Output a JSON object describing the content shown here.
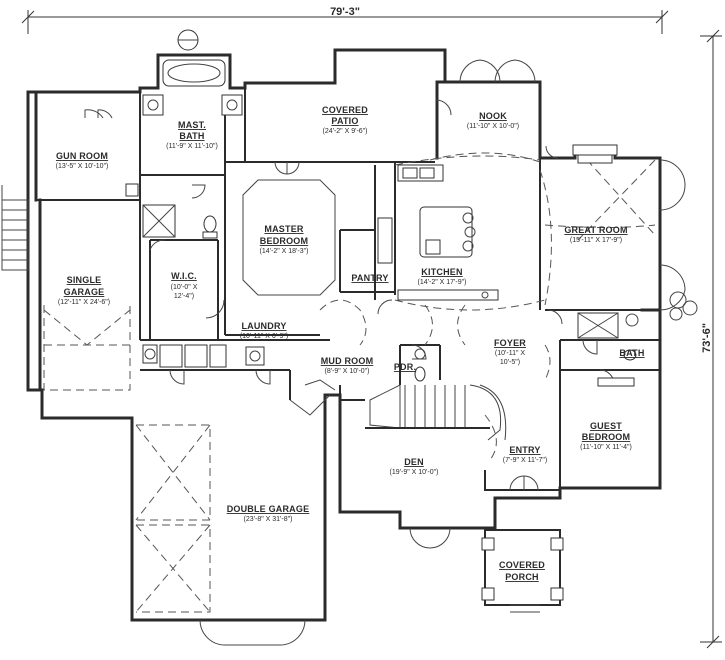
{
  "overall": {
    "width": "79'-3\"",
    "depth": "73'-6\""
  },
  "rooms": {
    "gun_room": {
      "name": "GUN ROOM",
      "dim": "(13'-5\" X 10'-10\")"
    },
    "mast_bath": {
      "name1": "MAST.",
      "name2": "BATH",
      "dim": "(11'-9\" X 11'-10\")"
    },
    "covered_patio": {
      "name1": "COVERED",
      "name2": "PATIO",
      "dim": "(24'-2\" X 9'-6\")"
    },
    "nook": {
      "name": "NOOK",
      "dim": "(11'-10\" X 10'-0\")"
    },
    "great_room": {
      "name": "GREAT ROOM",
      "dim": "(15'-11\" X 17'-9\")"
    },
    "master_bedroom": {
      "name1": "MASTER",
      "name2": "BEDROOM",
      "dim": "(14'-2\" X 18'-3\")"
    },
    "single_garage": {
      "name1": "SINGLE",
      "name2": "GARAGE",
      "dim": "(12'-11\" X 24'-6\")"
    },
    "wic": {
      "name": "W.I.C.",
      "dim1": "(10'-0\" X",
      "dim2": "12'-4\")"
    },
    "pantry": {
      "name": "PANTRY"
    },
    "kitchen": {
      "name": "KITCHEN",
      "dim": "(14'-2\" X 17'-9\")"
    },
    "laundry": {
      "name": "LAUNDRY",
      "dim": "(10'-11\" X 6'-9\")"
    },
    "mud_room": {
      "name": "MUD ROOM",
      "dim": "(8'-9\" X 10'-0\")"
    },
    "pdr": {
      "name": "PDR."
    },
    "foyer": {
      "name": "FOYER",
      "dim1": "(10'-11\" X",
      "dim2": "10'-5\")"
    },
    "bath": {
      "name": "BATH"
    },
    "guest_bedroom": {
      "name1": "GUEST",
      "name2": "BEDROOM",
      "dim": "(11'-10\" X 11'-4\")"
    },
    "den": {
      "name": "DEN",
      "dim": "(19'-9\" X 10'-0\")"
    },
    "entry": {
      "name": "ENTRY",
      "dim": "(7'-9\" X 11'-7\")"
    },
    "double_garage": {
      "name": "DOUBLE GARAGE",
      "dim": "(23'-8\" X 31'-8\")"
    },
    "covered_porch": {
      "name1": "COVERED",
      "name2": "PORCH"
    }
  }
}
